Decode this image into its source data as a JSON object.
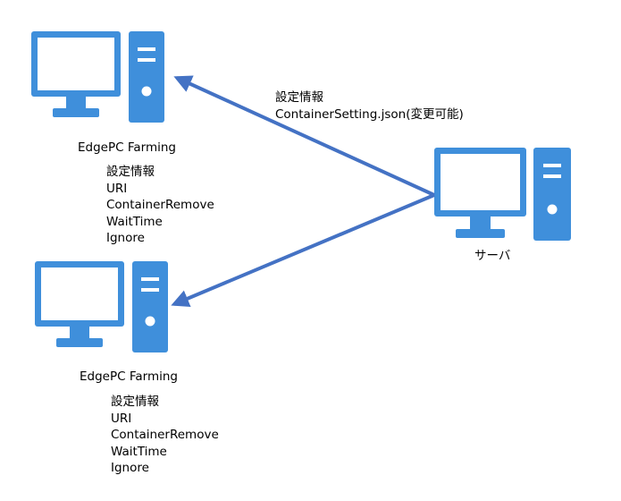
{
  "nodes": {
    "edge_top": {
      "title": "EdgePC Farming",
      "settings": [
        "設定情報",
        "URI",
        "ContainerRemove",
        "WaitTime",
        "Ignore"
      ]
    },
    "edge_bottom": {
      "title": "EdgePC Farming",
      "settings": [
        "設定情報",
        "URI",
        "ContainerRemove",
        "WaitTime",
        "Ignore"
      ]
    },
    "server": {
      "title": "サーバ"
    }
  },
  "edge_labels": {
    "server_to_top": [
      "設定情報",
      "ContainerSetting.json(変更可能)"
    ]
  },
  "colors": {
    "icon": "#3f8fdb",
    "arrow": "#4472c4",
    "screen": "#ffffff"
  }
}
